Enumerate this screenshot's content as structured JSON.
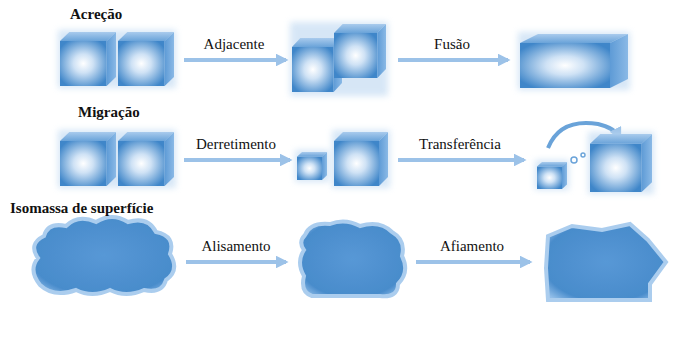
{
  "diagram": {
    "labels": [
      "Acreção",
      "Adjacente",
      "Fusão",
      "Migração",
      "Derretimento",
      "Transferência",
      "Isomassa de superfície",
      "Alisamento",
      "Afiamento"
    ]
  }
}
